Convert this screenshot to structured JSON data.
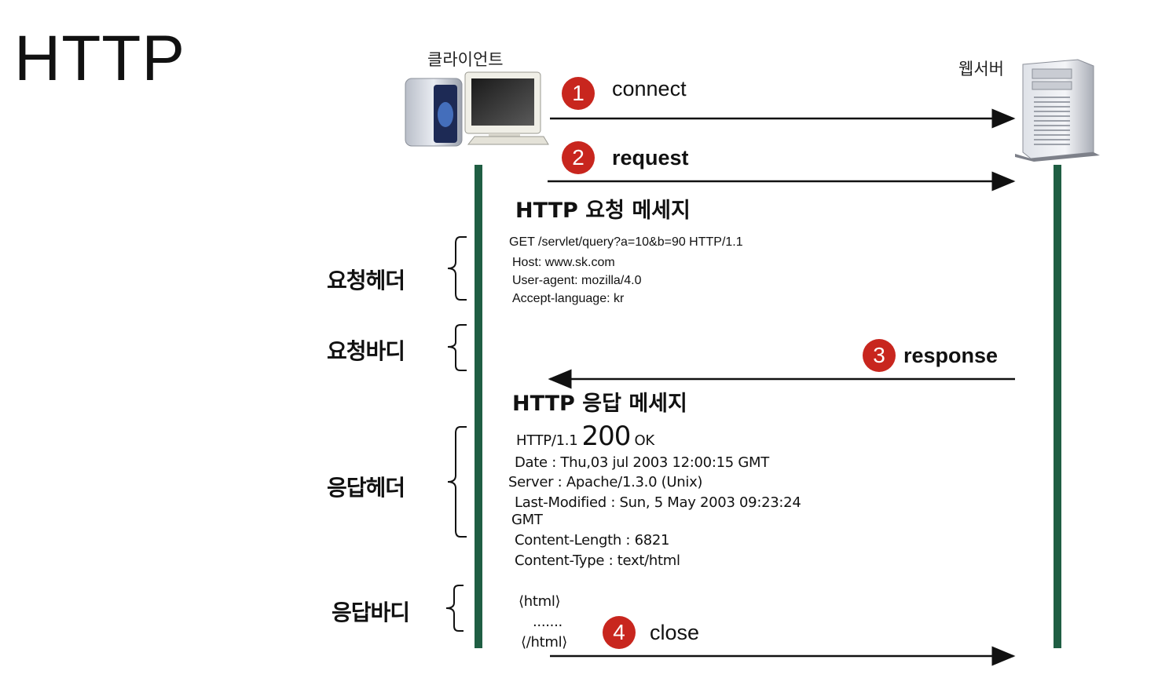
{
  "title": "HTTP",
  "client_label": "클라이언트",
  "server_label": "웹서버",
  "steps": [
    {
      "number": "1",
      "label": "connect"
    },
    {
      "number": "2",
      "label": "request"
    },
    {
      "number": "3",
      "label": "response"
    },
    {
      "number": "4",
      "label": "close"
    }
  ],
  "request_message": {
    "title": "HTTP 요청 메세지",
    "lines": [
      "GET /servlet/query?a=10&b=90 HTTP/1.1",
      "Host:  www.sk.com",
      "User-agent: mozilla/4.0",
      "Accept-language: kr"
    ]
  },
  "response_message": {
    "title": "HTTP 응답 메세지",
    "status_prefix": "HTTP/1.1",
    "status_code": "200",
    "status_text": "OK",
    "lines": [
      "Date : Thu,03 jul 2003 12:00:15 GMT",
      "Server : Apache/1.3.0 (Unix)",
      "Last-Modified : Sun, 5 May 2003 09:23:24",
      "GMT",
      "Content-Length : 6821",
      "Content-Type : text/html"
    ],
    "body_lines": [
      "⟨html⟩",
      ".......",
      "⟨/html⟩"
    ]
  },
  "side_labels": {
    "request_header": "요청헤더",
    "request_body": "요청바디",
    "response_header": "응답헤더",
    "response_body": "응답바디"
  },
  "colors": {
    "lifeline": "#1f5e43",
    "step_circle": "#c8261e",
    "arrow": "#111111"
  },
  "icons": {
    "client": "desktop-computer-icon",
    "server": "tower-server-icon"
  }
}
